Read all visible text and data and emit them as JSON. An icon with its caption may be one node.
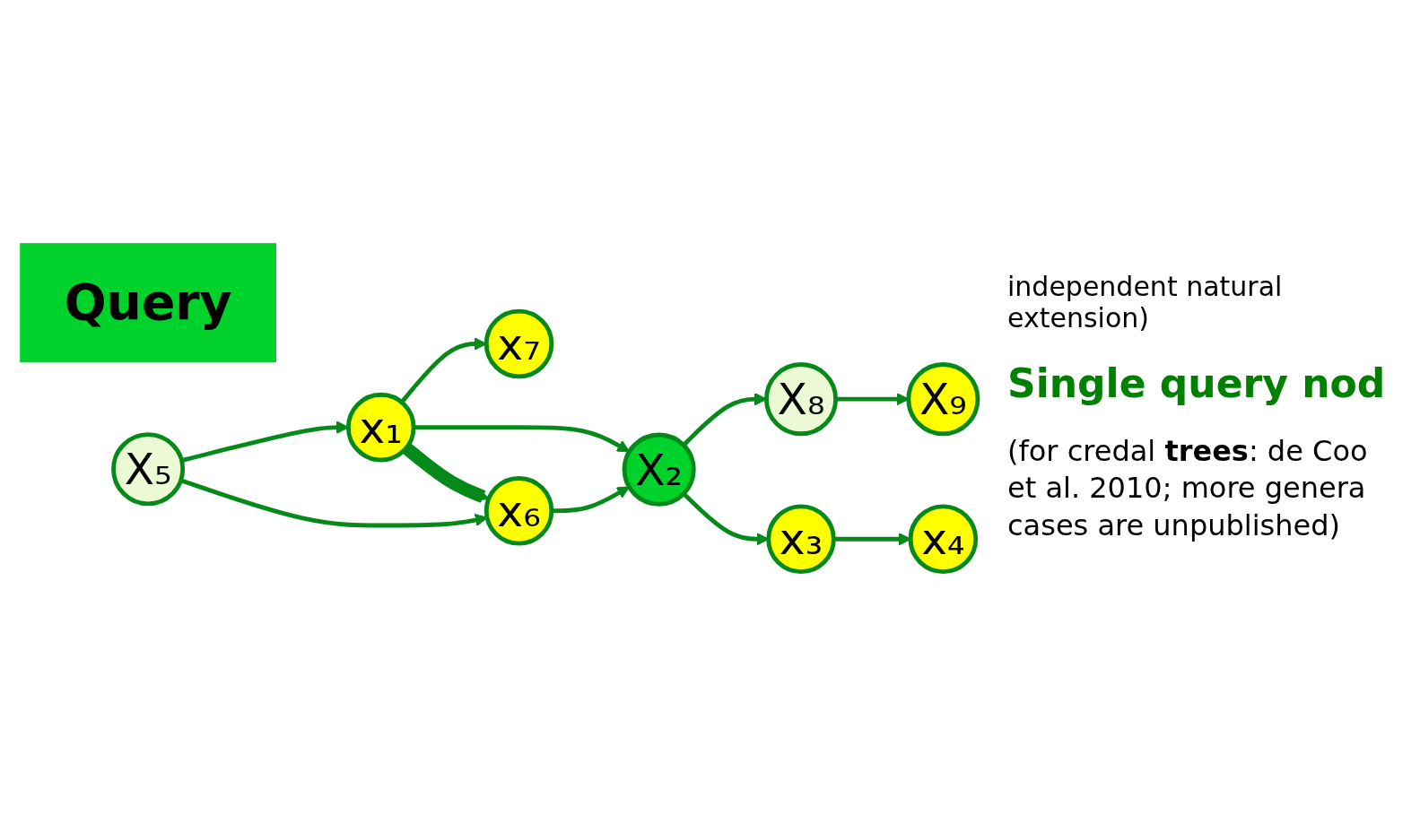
{
  "diagram": {
    "nodes": [
      {
        "text": [
          "Query"
        ]
      },
      {
        "text": [
          "x₇"
        ]
      },
      {
        "text": [
          "X₉"
        ]
      },
      {
        "text": [
          "X₈"
        ]
      },
      {
        "text": [
          "x₁"
        ]
      },
      {
        "text": [
          "X₂"
        ]
      },
      {
        "text": [
          "X₅"
        ]
      },
      {
        "text": [
          "x₃"
        ]
      },
      {
        "text": [
          "x₄"
        ]
      },
      {
        "text": [
          "x₆"
        ]
      }
    ],
    "edges": [
      {
        "from": 4,
        "to": 1,
        "arrow": "to"
      },
      {
        "from": 3,
        "to": 2,
        "arrow": "to"
      },
      {
        "from": 4,
        "to": 5,
        "arrow": "to"
      },
      {
        "from": 4,
        "to": 9,
        "arrow": "to",
        "style": "thick"
      },
      {
        "from": 6,
        "to": 4,
        "arrow": "to"
      },
      {
        "from": 5,
        "to": 3,
        "arrow": "to"
      },
      {
        "from": 5,
        "to": 7,
        "arrow": "to"
      },
      {
        "from": 9,
        "to": 5,
        "arrow": "to"
      },
      {
        "from": 6,
        "to": 9,
        "arrow": "to"
      },
      {
        "from": 7,
        "to": 8,
        "arrow": "to"
      }
    ],
    "labels": [
      "independent natural extension)",
      "Single query nod",
      "(for credal **trees**: de Coo et al. 2010; more genera cases are unpublished)"
    ]
  }
}
